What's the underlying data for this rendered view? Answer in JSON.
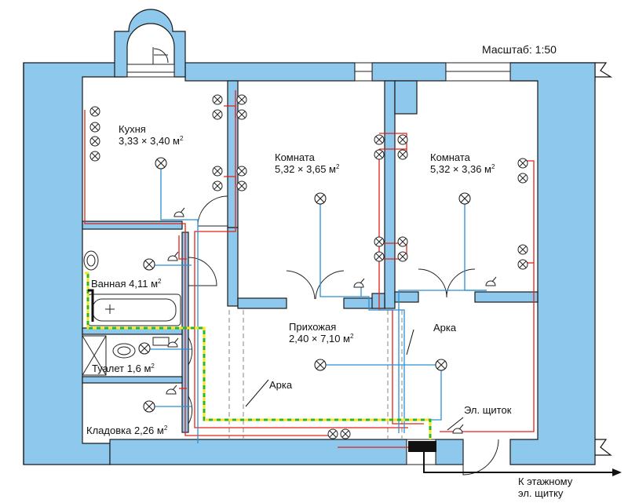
{
  "scale_label": "Масштаб: 1:50",
  "rooms": {
    "kitchen": {
      "name": "Кухня",
      "size": "3,33 × 3,40 м",
      "unit_power": "2"
    },
    "room1": {
      "name": "Комната",
      "size": "5,32 × 3,65 м",
      "unit_power": "2"
    },
    "room2": {
      "name": "Комната",
      "size": "5,32 × 3,36 м",
      "unit_power": "2"
    },
    "bathroom": {
      "name": "Ванная",
      "size": "4,11 м",
      "unit_power": "2"
    },
    "hall": {
      "name": "Прихожая",
      "size": "2,40 × 7,10 м",
      "unit_power": "2"
    },
    "toilet": {
      "name": "Туалет",
      "size": "1,6 м",
      "unit_power": "2"
    },
    "storage": {
      "name": "Кладовка",
      "size": "2,26 м",
      "unit_power": "2"
    }
  },
  "callouts": {
    "arch_left": "Арка",
    "arch_right": "Арка",
    "panel": "Эл. щиток",
    "to_floor_panel_line1": "К этажному",
    "to_floor_panel_line2": "эл. щитку"
  },
  "colors": {
    "wall": "#8ec8ec",
    "wall_stroke": "#1a1a1a",
    "socket_wire": "#e2231a",
    "light_wire": "#2a8fd8",
    "ground_wire_green": "#2bb52b",
    "ground_wire_yellow": "#f5e51a",
    "hidden_wire": "#9a9a9a",
    "panel": "#111111"
  }
}
